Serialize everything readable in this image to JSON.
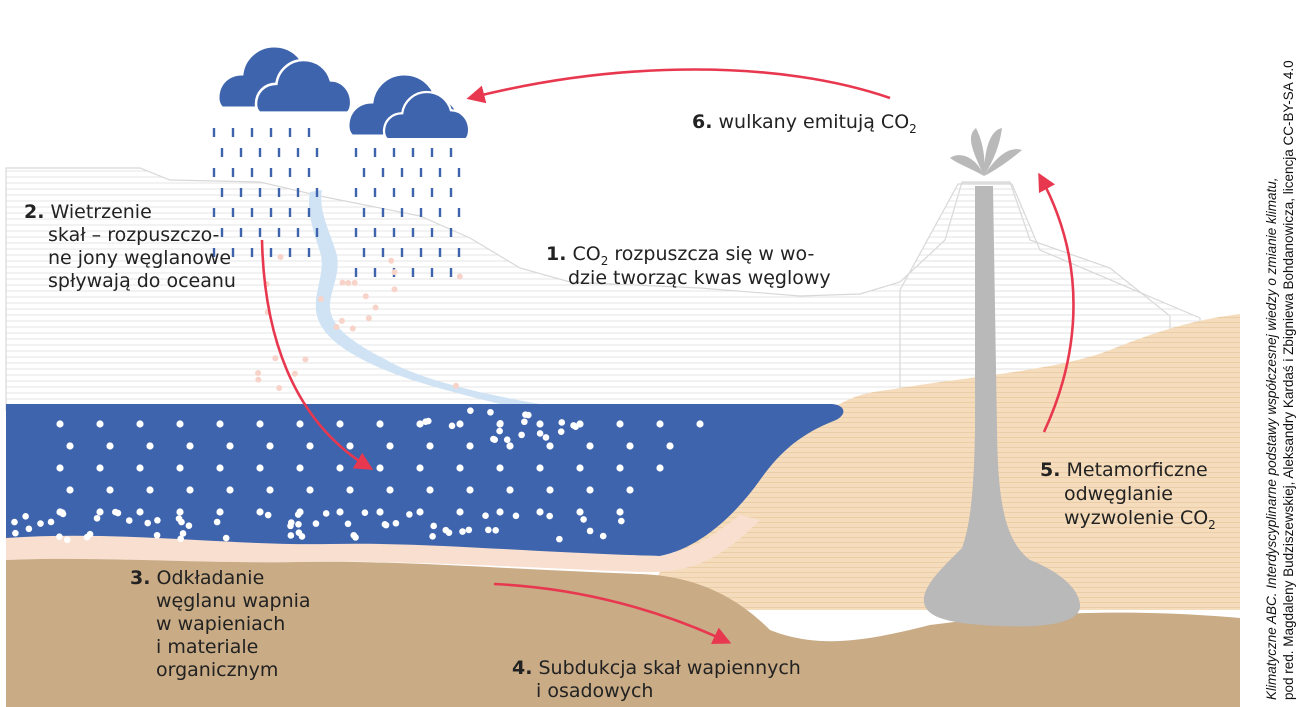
{
  "labels": {
    "step1": {
      "num": "1.",
      "line1": "CO",
      "sub": "2",
      "line1_rest": " rozpuszcza się w wo-",
      "line2": "dzie tworząc kwas węglowy"
    },
    "step2": {
      "num": "2.",
      "lines": [
        "Wietrzenie",
        "skał – rozpuszczo-",
        "ne jony węglanowe",
        "spływają do oceanu"
      ]
    },
    "step3": {
      "num": "3.",
      "lines": [
        "Odkładanie",
        "węglanu wapnia",
        "w wapieniach",
        "i materiale",
        "organicznym"
      ]
    },
    "step4": {
      "num": "4.",
      "line1": "Subdukcja skał wapiennych",
      "line2": "i osadowych"
    },
    "step5": {
      "num": "5.",
      "line1": "Metamorficzne",
      "line2": "odwęglanie",
      "line3": "wyzwolenie CO",
      "sub": "2"
    },
    "step6": {
      "num": "6.",
      "text": "wulkany emitują CO",
      "sub": "2"
    }
  },
  "credit": {
    "line1_italic": "Klimatyczne ABC. Interdyscyplinarne podstawy współczesnej wiedzy o zmianie klimatu,",
    "line2": "pod red. Magdaleny Budziszewskiej, Aleksandry Kardaś i Zbigniewa Bohdanowicza, licencja CC-BY-SA 4.0"
  },
  "colors": {
    "ocean": "#3e64ad",
    "cloud": "#3e64ad",
    "rain": "#3e64ad",
    "river": "#cfe3f4",
    "sediment": "#c9ab85",
    "crust": "#f5dcbc",
    "volcano_pipe": "#b9b9b9",
    "arrow": "#e8384f",
    "ions": "#ffffff",
    "ions_air": "#f8d3c9"
  },
  "icons": {
    "clouds": "rain-cloud-icon",
    "arrows": "cycle-arrow-icon",
    "eruption": "volcano-plume-icon"
  }
}
